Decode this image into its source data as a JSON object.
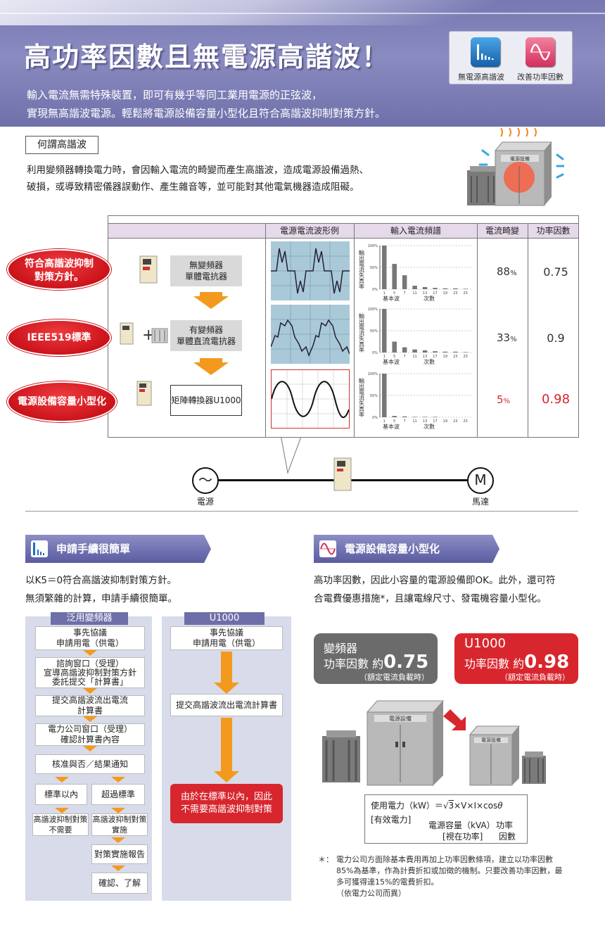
{
  "header": {
    "title": "高功率因數且無電源高諧波！",
    "intro_line1": "輸入電流無需特殊裝置，即可有幾乎等同工業用電源的正弦波，",
    "intro_line2": "實現無高諧波電源。輕鬆將電源設備容量小型化且符合高諧波抑制對策方針。",
    "icon_labels": [
      "無電源高諧波",
      "改善功率因數"
    ]
  },
  "what_is": {
    "box_label": "何謂高諧波",
    "line1": "利用變頻器轉換電力時，會因輸入電流的畸變而產生高諧波，造成電源設備過熱、",
    "line2": "破損，或導致精密儀器誤動作、產生雜音等，並可能對其他電氣機器造成阻礙。",
    "equipment_label": "電源設備"
  },
  "comparison": {
    "headers": [
      "電源電流波形例",
      "輸入電流頻譜",
      "電流畸變",
      "功率因數"
    ],
    "spectrum_axis": "輸出電流失真率",
    "spectrum_ticks": [
      "100%",
      "50%",
      "0%"
    ],
    "spectrum_xlabels": [
      "1",
      "5",
      "7",
      "11",
      "13",
      "17",
      "19",
      "23",
      "25"
    ],
    "spectrum_fundamental": "基本波",
    "spectrum_order": "次數",
    "plus": "+",
    "rows": [
      {
        "badge": "符合高諧波抑制對策方針。",
        "badge_line1": "符合高諧波抑制",
        "badge_line2": "對策方針。",
        "device_line1": "無變頻器",
        "device_line2": "單體電抗器",
        "thd_value": "88",
        "thd_unit": "%",
        "pf": "0.75",
        "spectrum": [
          100,
          58,
          32,
          8,
          5,
          3,
          2,
          2,
          1
        ]
      },
      {
        "badge": "IEEE519標準",
        "device_line1": "有變頻器",
        "device_line2": "單體直流電抗器",
        "thd_value": "33",
        "thd_unit": "%",
        "pf": "0.9",
        "spectrum": [
          100,
          25,
          12,
          7,
          5,
          3,
          2,
          2,
          1
        ]
      },
      {
        "badge": "電源設備容量小型化",
        "device_line1": "矩陣轉換器U1000",
        "device_line2": "",
        "thd_value": "5",
        "thd_unit": "%",
        "pf": "0.98",
        "spectrum": [
          100,
          3,
          2,
          1,
          1,
          1,
          0,
          0,
          0
        ]
      }
    ],
    "source_symbol": "～",
    "source_label": "電源",
    "motor_symbol": "M",
    "motor_label": "馬達"
  },
  "section_left": {
    "title": "申請手續很簡單",
    "line1": "以K5＝0符合高諧波抑制對策方針。",
    "line2": "無須繁雜的計算，申請手續很簡單。",
    "col1_head": "泛用變頻器",
    "col2_head": "U1000",
    "col1_steps": [
      "事先協議\n申請用電（供電）",
      "諮詢窗口（受理）\n宣導高諧波抑制對策方針\n委託提交「計算書」",
      "提交高諧波流出電流\n計算書",
      "電力公司窗口（受理）\n確認計算書內容",
      "核准與否／結果通知"
    ],
    "col1_branch_a": [
      "標準以內",
      "高諧波抑制對策\n不需要"
    ],
    "col1_branch_b": [
      "超過標準",
      "高諧波抑制對策\n實施",
      "對策實施報告",
      "確認、了解"
    ],
    "col2_steps": [
      "事先協議\n申請用電（供電）",
      "提交高諧波流出電流計算書"
    ],
    "col2_result": "由於在標準以內，因此\n不需要高諧波抑制對策"
  },
  "section_right": {
    "title": "電源設備容量小型化",
    "line1": "高功率因數，因此小容量的電源設備即OK。此外，還可符",
    "line2": "合電費優惠措施*，且讓電線尺寸、發電機容量小型化。",
    "card_gray": {
      "line1": "變頻器",
      "label": "功率因數 約",
      "value": "0.75",
      "note": "（額定電流負載時）",
      "color": "#6b6b6b"
    },
    "card_red": {
      "line1": "U1000",
      "label": "功率因數 約",
      "value": "0.98",
      "note": "（額定電流負載時）",
      "color": "#d8262e"
    },
    "equipment_label": "電源設備",
    "formula": {
      "lhs": "使用電力（kW）＝",
      "rhs_sqrt": "3",
      "rhs": "×V×I×cos",
      "theta": "θ",
      "effective": "[有效電力]",
      "capacity": "電源容量（kVA）",
      "apparent": "[視在功率]",
      "pf1": "功率",
      "pf2": "因數"
    },
    "footnote_mark": "＊：",
    "footnote": [
      "電力公司方面除基本費用再加上功率因數條項，建立以功率因數",
      "85%為基準，作為計費折扣或加徵的機制。只要改善功率因數，最",
      "多可獲得達15%的電費折扣。",
      "（依電力公司而異）"
    ]
  }
}
